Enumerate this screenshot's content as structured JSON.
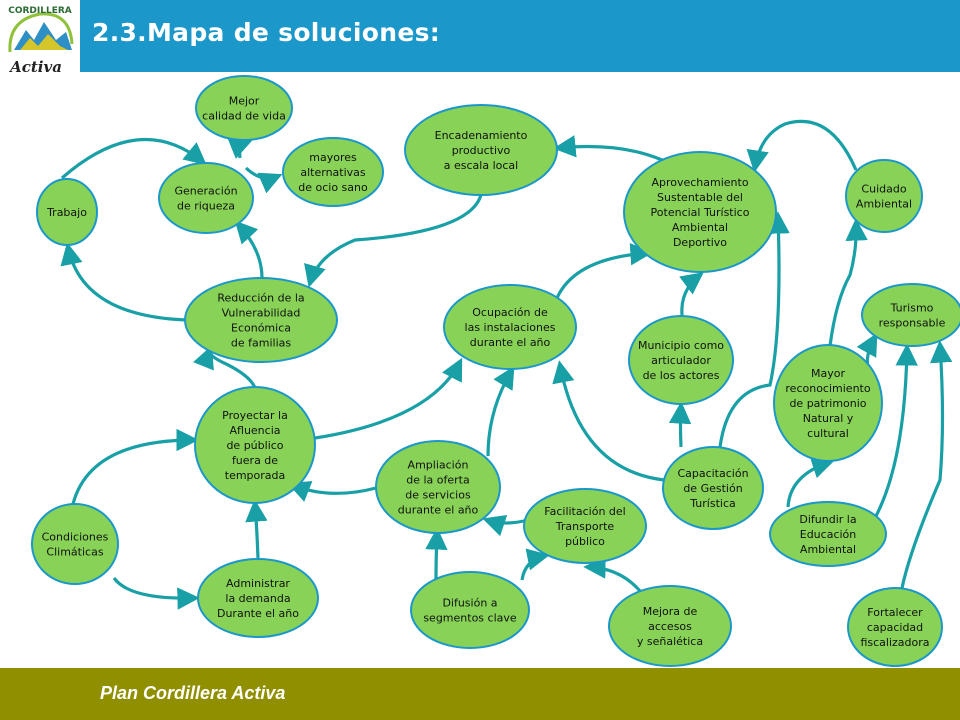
{
  "header": {
    "title": "2.3.Mapa de soluciones:"
  },
  "logo": {
    "line1": "CORDILLERA",
    "line2": "Activa"
  },
  "footer": {
    "text": "Plan  Cordillera Activa"
  },
  "colors": {
    "header_bg": "#1b97c9",
    "footer_bg": "#8f8f00",
    "node_fill": "#88d357",
    "node_stroke": "#1b97c9",
    "edge": "#18a0a6"
  },
  "diagram": {
    "nodes": [
      {
        "id": "mejor-calidad",
        "lines": [
          "Mejor",
          "calidad de vida"
        ]
      },
      {
        "id": "encadenamiento",
        "lines": [
          "Encadenamiento",
          "productivo",
          "a escala local"
        ]
      },
      {
        "id": "mayores-alternativas",
        "lines": [
          "mayores",
          "alternativas",
          "de ocio sano"
        ]
      },
      {
        "id": "generacion-riqueza",
        "lines": [
          "Generación",
          "de riqueza"
        ]
      },
      {
        "id": "trabajo",
        "lines": [
          "Trabajo"
        ]
      },
      {
        "id": "aprovechamiento",
        "lines": [
          "Aprovechamiento",
          "Sustentable del",
          "Potencial Turístico",
          "Ambiental",
          "Deportivo"
        ]
      },
      {
        "id": "cuidado-ambiental",
        "lines": [
          "Cuidado",
          "Ambiental"
        ]
      },
      {
        "id": "reduccion-vulnerabilidad",
        "lines": [
          "Reducción de la",
          "Vulnerabilidad",
          "Económica",
          "de familias"
        ]
      },
      {
        "id": "ocupacion-instalaciones",
        "lines": [
          "Ocupación de",
          "las instalaciones",
          "durante el año"
        ]
      },
      {
        "id": "turismo-responsable",
        "lines": [
          "Turismo",
          "responsable"
        ]
      },
      {
        "id": "municipio",
        "lines": [
          "Municipio como",
          "articulador",
          "de los actores"
        ]
      },
      {
        "id": "mayor-reconocimiento",
        "lines": [
          "Mayor",
          "reconocimiento",
          "de patrimonio",
          "Natural y",
          "cultural"
        ]
      },
      {
        "id": "proyectar-afluencia",
        "lines": [
          "Proyectar la",
          "Afluencia",
          "de público",
          "fuera de",
          "temporada"
        ]
      },
      {
        "id": "ampliacion-oferta",
        "lines": [
          "Ampliación",
          "de la oferta",
          "de servicios",
          "durante el año"
        ]
      },
      {
        "id": "capacitacion",
        "lines": [
          "Capacitación",
          "de Gestión",
          "Turística"
        ]
      },
      {
        "id": "facilitacion-transporte",
        "lines": [
          "Facilitación del",
          "Transporte",
          "público"
        ]
      },
      {
        "id": "difundir-educacion",
        "lines": [
          "Difundir la",
          "Educación",
          "Ambiental"
        ]
      },
      {
        "id": "condiciones-climaticas",
        "lines": [
          "Condiciones",
          "Climáticas"
        ]
      },
      {
        "id": "administrar-demanda",
        "lines": [
          "Administrar",
          "la demanda",
          "Durante el año"
        ]
      },
      {
        "id": "difusion-segmentos",
        "lines": [
          "Difusión a",
          "segmentos clave"
        ]
      },
      {
        "id": "mejora-accesos",
        "lines": [
          "Mejora de",
          "accesos",
          "y señalética"
        ]
      },
      {
        "id": "fortalecer-capacidad",
        "lines": [
          "Fortalecer",
          "capacidad",
          "fiscalizadora"
        ]
      }
    ],
    "edges": [
      {
        "from": "generacion-riqueza",
        "to": "mejor-calidad"
      },
      {
        "from": "generacion-riqueza",
        "to": "mayores-alternativas"
      },
      {
        "from": "trabajo",
        "to": "generacion-riqueza"
      },
      {
        "from": "reduccion-vulnerabilidad",
        "to": "generacion-riqueza"
      },
      {
        "from": "reduccion-vulnerabilidad",
        "to": "trabajo"
      },
      {
        "from": "encadenamiento",
        "to": "reduccion-vulnerabilidad"
      },
      {
        "from": "aprovechamiento",
        "to": "encadenamiento"
      },
      {
        "from": "cuidado-ambiental",
        "to": "aprovechamiento"
      },
      {
        "from": "proyectar-afluencia",
        "to": "reduccion-vulnerabilidad"
      },
      {
        "from": "proyectar-afluencia",
        "to": "ocupacion-instalaciones"
      },
      {
        "from": "ocupacion-instalaciones",
        "to": "aprovechamiento"
      },
      {
        "from": "municipio",
        "to": "aprovechamiento"
      },
      {
        "from": "capacitacion",
        "to": "municipio"
      },
      {
        "from": "capacitacion",
        "to": "aprovechamiento"
      },
      {
        "from": "capacitacion",
        "to": "ocupacion-instalaciones"
      },
      {
        "from": "ampliacion-oferta",
        "to": "ocupacion-instalaciones"
      },
      {
        "from": "ampliacion-oferta",
        "to": "proyectar-afluencia"
      },
      {
        "from": "condiciones-climaticas",
        "to": "proyectar-afluencia"
      },
      {
        "from": "condiciones-climaticas",
        "to": "administrar-demanda"
      },
      {
        "from": "administrar-demanda",
        "to": "proyectar-afluencia"
      },
      {
        "from": "facilitacion-transporte",
        "to": "ampliacion-oferta"
      },
      {
        "from": "difusion-segmentos",
        "to": "ampliacion-oferta"
      },
      {
        "from": "difusion-segmentos",
        "to": "facilitacion-transporte"
      },
      {
        "from": "mejora-accesos",
        "to": "facilitacion-transporte"
      },
      {
        "from": "mayor-reconocimiento",
        "to": "cuidado-ambiental"
      },
      {
        "from": "mayor-reconocimiento",
        "to": "turismo-responsable"
      },
      {
        "from": "difundir-educacion",
        "to": "mayor-reconocimiento"
      },
      {
        "from": "difundir-educacion",
        "to": "turismo-responsable"
      },
      {
        "from": "fortalecer-capacidad",
        "to": "turismo-responsable"
      }
    ]
  }
}
